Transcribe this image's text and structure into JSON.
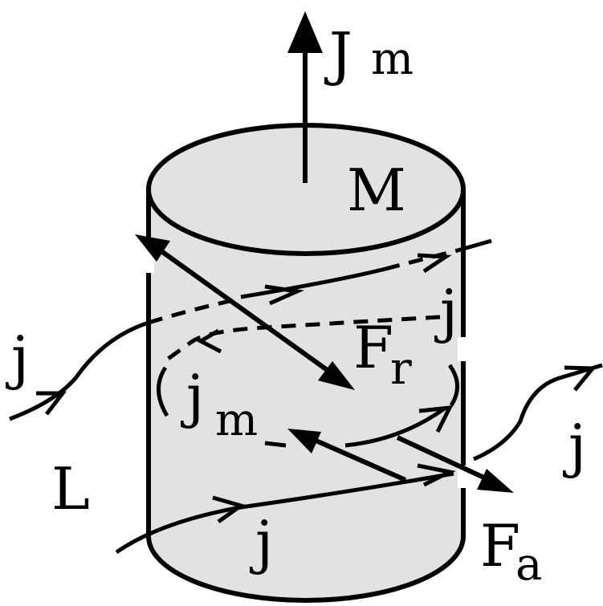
{
  "labels": {
    "Jm_main": "J",
    "Jm_sub": "m",
    "M": "M",
    "j_left": "j",
    "j_right_upper": "j",
    "j_right_lower": "j",
    "j_bottom": "j",
    "Fr_main": "F",
    "Fr_sub": "r",
    "jm_main": "j",
    "jm_sub": "m",
    "L": "L",
    "Fa_main": "F",
    "Fa_sub": "a"
  },
  "colors": {
    "stroke": "#000000",
    "fill": "#e2e2e2",
    "background": "#ffffff"
  }
}
